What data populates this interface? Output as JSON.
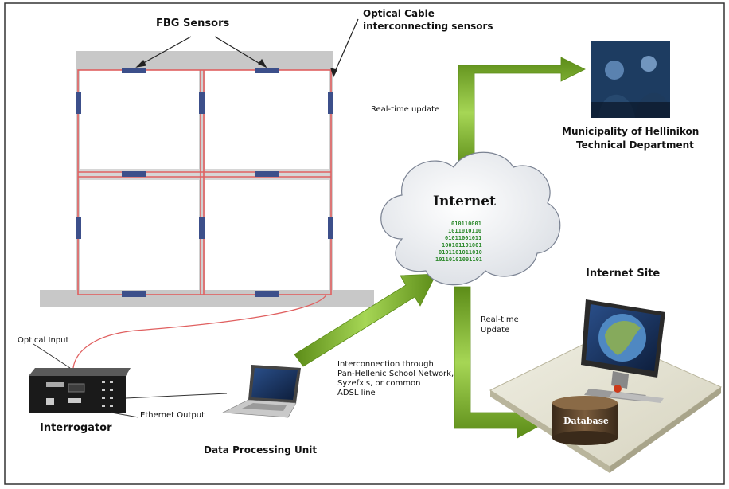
{
  "labels": {
    "fbg_sensors": "FBG Sensors",
    "optical_cable_1": "Optical Cable",
    "optical_cable_2": "interconnecting sensors",
    "real_time_update_top": "Real-time update",
    "municipality_1": "Municipality of Hellinikon",
    "municipality_2": "Technical Department",
    "internet": "Internet",
    "internet_site": "Internet Site",
    "real_time_update_bottom_1": "Real-time",
    "real_time_update_bottom_2": "Update",
    "interconnection_1": "Interconnection through",
    "interconnection_2": "Pan-Hellenic School Network,",
    "interconnection_3": "Syzefxis, or common",
    "interconnection_4": "ADSL line",
    "optical_input": "Optical Input",
    "ethernet_output": "Ethernet Output",
    "interrogator": "Interrogator",
    "data_processing_unit": "Data Processing Unit",
    "database": "Database"
  },
  "colors": {
    "arrow_green": "#7fb829",
    "arrow_green_dark": "#5c8c18",
    "cable_red": "#e06060",
    "sensor_blue": "#3c4f8a",
    "slab_gray": "#c8c8c8"
  },
  "icons": {
    "monitor": "monitor-icon",
    "laptop": "laptop-icon",
    "cloud": "cloud-icon",
    "database": "database-icon",
    "interrogator_box": "interrogator-device-icon",
    "people_photo": "people-photo-icon"
  }
}
